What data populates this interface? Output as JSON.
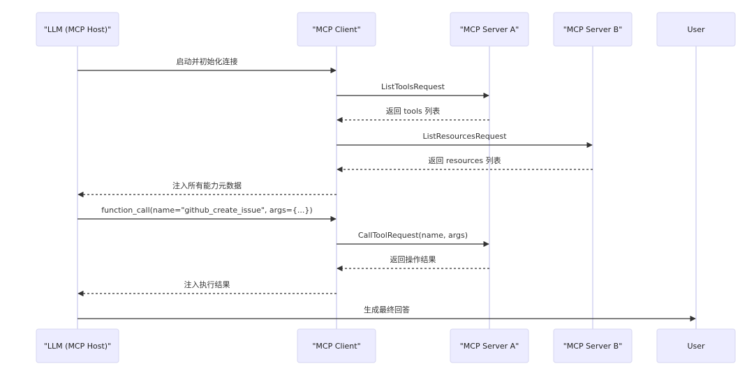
{
  "participants": [
    {
      "id": "llm",
      "label": "\"LLM (MCP Host)\""
    },
    {
      "id": "client",
      "label": "\"MCP Client\""
    },
    {
      "id": "serverA",
      "label": "\"MCP Server A\""
    },
    {
      "id": "serverB",
      "label": "\"MCP Server B\""
    },
    {
      "id": "user",
      "label": "User"
    }
  ],
  "messages": [
    {
      "from": "llm",
      "to": "client",
      "label": "启动并初始化连接",
      "dashed": false
    },
    {
      "from": "client",
      "to": "serverA",
      "label": "ListToolsRequest",
      "dashed": false
    },
    {
      "from": "serverA",
      "to": "client",
      "label": "返回 tools 列表",
      "dashed": true
    },
    {
      "from": "client",
      "to": "serverB",
      "label": "ListResourcesRequest",
      "dashed": false
    },
    {
      "from": "serverB",
      "to": "client",
      "label": "返回 resources 列表",
      "dashed": true
    },
    {
      "from": "client",
      "to": "llm",
      "label": "注入所有能力元数据",
      "dashed": true
    },
    {
      "from": "llm",
      "to": "client",
      "label": "function_call(name=\"github_create_issue\", args={...})",
      "dashed": false
    },
    {
      "from": "client",
      "to": "serverA",
      "label": "CallToolRequest(name, args)",
      "dashed": false
    },
    {
      "from": "serverA",
      "to": "client",
      "label": "返回操作结果",
      "dashed": true
    },
    {
      "from": "client",
      "to": "llm",
      "label": "注入执行结果",
      "dashed": true
    },
    {
      "from": "llm",
      "to": "user",
      "label": "生成最终回答",
      "dashed": false
    }
  ]
}
